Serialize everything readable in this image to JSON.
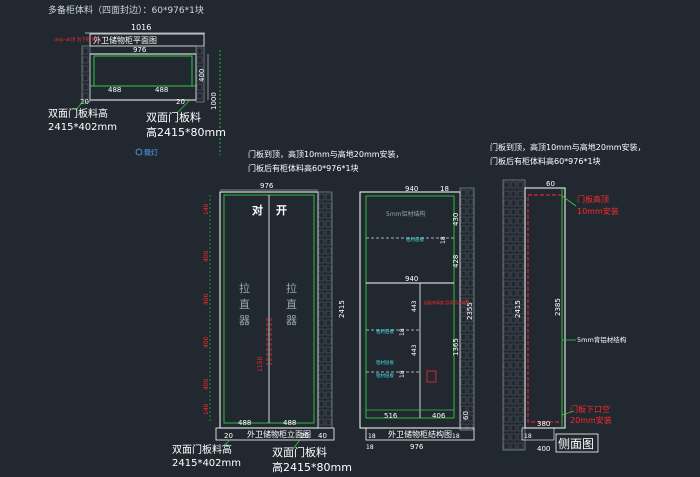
{
  "header": {
    "title": "多备柜体料（四面封边）：60*976*1块"
  },
  "colors": {
    "bg": "#212830",
    "line": "#ffffff",
    "green": "#2ecc40",
    "red": "#ff2a2a",
    "dim": "#cfd6de",
    "faint": "#7f8a94",
    "blue": "#5aa7ff",
    "cyan": "#3fe0e0"
  },
  "plan": {
    "title": "外卫储物柜平面图",
    "dims": {
      "overall_width": "1016",
      "inner_width": "976",
      "side_20": "20",
      "depth_400": "400",
      "total_1000": "1000",
      "half_488": "488"
    },
    "red_note": "dejo-ok顶 为下柜 吊门",
    "label_left": [
      "双面门板料高",
      "2415*402mm"
    ],
    "label_right": [
      "双面门板料",
      "高2415*80mm"
    ],
    "lamp_label": "筒灯"
  },
  "elevation": {
    "note_lines": [
      "门板到顶，高顶10mm与高地20mm安装，",
      "门板后有柜体料高60*976*1块"
    ],
    "title": "外卫储物柜立面图",
    "width_976": "976",
    "height_2415": "2415",
    "door_label_chars": [
      "对",
      "开"
    ],
    "left_door_text": [
      "拉",
      "直",
      "器"
    ],
    "right_door_text": [
      "拉",
      "直",
      "器"
    ],
    "red_side_dims": [
      "140",
      "400",
      "400",
      "400",
      "400",
      "140"
    ],
    "mid_red_dim": "1150",
    "bottom": {
      "a": "488",
      "b": "488",
      "c": "20",
      "d": "20",
      "e": "40"
    },
    "label_left": [
      "双面门板料高",
      "2415*402mm"
    ],
    "label_right": [
      "双面门板料",
      "高2415*80mm"
    ]
  },
  "structure": {
    "title": "外卫储物柜结构图",
    "top_shelf_note": "5mm铝材结构",
    "dims": {
      "w940_top": "940",
      "w940_mid": "940",
      "d18_a": "18",
      "d18_b": "18",
      "h430": "430",
      "h428": "428",
      "h2355": "2355",
      "h1365": "1365",
      "h443_a": "443",
      "h443_b": "443",
      "h18_c": "18",
      "h18_d": "18",
      "w516": "516",
      "w406": "406",
      "h60": "60",
      "w976": "976",
      "b18_a": "18",
      "b18_b": "18",
      "b18_c": "18"
    },
    "cyan_notes": [
      "铝材层板",
      "铝材层板",
      "铝材层板",
      "铝材层板"
    ],
    "red_small_note": "层板有高度 层高可以调整"
  },
  "side": {
    "note_lines": [
      "门板到顶，高顶10mm与高地20mm安装，",
      "门板后有柜体料高60*976*1块"
    ],
    "title": "侧面图",
    "dims": {
      "w60": "60",
      "h2415": "2415",
      "h2385": "2385",
      "w380": "380",
      "w400": "400",
      "w18": "18"
    },
    "red_top": [
      "门板高顶",
      "10mm安装"
    ],
    "red_bottom": [
      "门板下口空",
      "20mm安装"
    ],
    "struct_note": "5mm背铝材结构"
  }
}
